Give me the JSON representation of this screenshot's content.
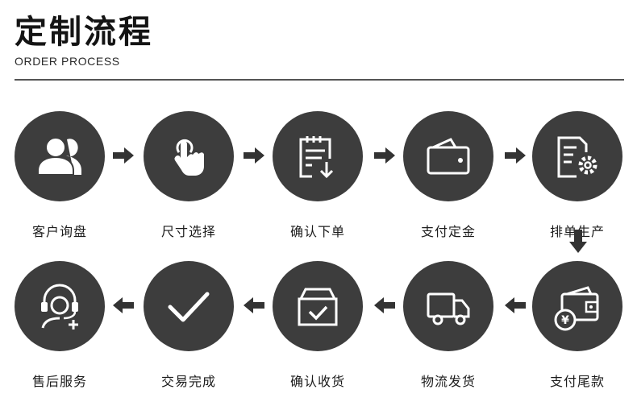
{
  "header": {
    "title": "定制流程",
    "subtitle": "ORDER PROCESS"
  },
  "steps": [
    {
      "label": "客户询盘",
      "icon": "customers-icon"
    },
    {
      "label": "尺寸选择",
      "icon": "tap-hand-icon"
    },
    {
      "label": "确认下单",
      "icon": "clipboard-download-icon"
    },
    {
      "label": "支付定金",
      "icon": "wallet-icon"
    },
    {
      "label": "排单生产",
      "icon": "document-gear-icon"
    },
    {
      "label": "支付尾款",
      "icon": "wallet-yen-icon"
    },
    {
      "label": "物流发货",
      "icon": "truck-icon"
    },
    {
      "label": "确认收货",
      "icon": "box-check-icon"
    },
    {
      "label": "交易完成",
      "icon": "checkmark-icon"
    },
    {
      "label": "售后服务",
      "icon": "headset-support-icon"
    }
  ],
  "colors": {
    "circle": "#3d3d3d",
    "icon": "#ffffff",
    "arrow": "#333333",
    "rule": "#555555"
  }
}
